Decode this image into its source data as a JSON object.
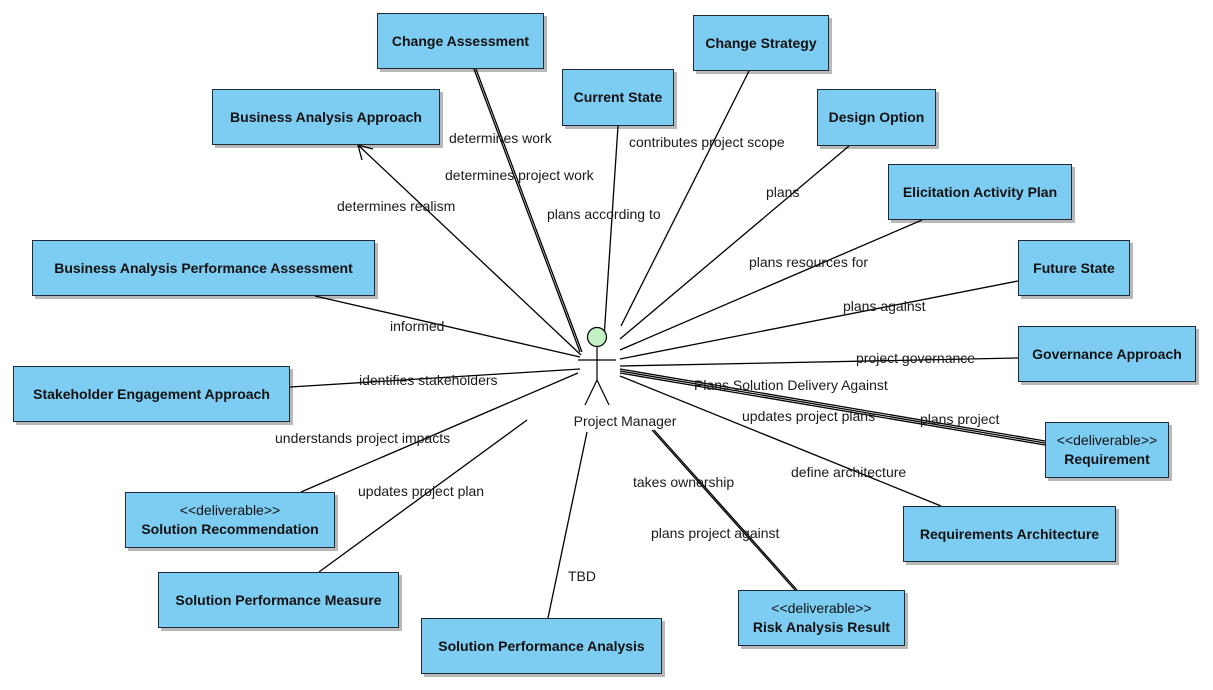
{
  "diagram": {
    "actor": {
      "label": "Project Manager"
    },
    "nodes": {
      "change_assessment": {
        "name": "Change Assessment"
      },
      "change_strategy": {
        "name": "Change Strategy"
      },
      "current_state": {
        "name": "Current State"
      },
      "business_analysis_approach": {
        "name": "Business Analysis Approach"
      },
      "design_option": {
        "name": "Design Option"
      },
      "elicitation_activity_plan": {
        "name": "Elicitation Activity Plan"
      },
      "ba_performance_assessment": {
        "name": "Business Analysis Performance Assessment"
      },
      "future_state": {
        "name": "Future State"
      },
      "governance_approach": {
        "name": "Governance Approach"
      },
      "stakeholder_engagement_approach": {
        "name": "Stakeholder Engagement Approach"
      },
      "requirement": {
        "stereotype": "<<deliverable>>",
        "name": "Requirement"
      },
      "solution_recommendation": {
        "stereotype": "<<deliverable>>",
        "name": "Solution Recommendation"
      },
      "requirements_architecture": {
        "name": "Requirements Architecture"
      },
      "solution_performance_measure": {
        "name": "Solution Performance Measure"
      },
      "risk_analysis_result": {
        "stereotype": "<<deliverable>>",
        "name": "Risk Analysis Result"
      },
      "solution_performance_analysis": {
        "name": "Solution Performance Analysis"
      }
    },
    "relations": {
      "determines_work": "determines work",
      "determines_project_work": "determines project work",
      "plans_according_to": "plans according to",
      "contributes_project_scope": "contributes project scope",
      "determines_realism": "determines realism",
      "plans": "plans",
      "plans_resources_for": "plans resources for",
      "plans_against": "plans against",
      "informed": "informed",
      "project_governance": "project governance",
      "identifies_stakeholders": "identifies stakeholders",
      "plans_solution_delivery_against": "Plans Solution Delivery Against",
      "updates_project_plans": "updates project plans",
      "plans_project": "plans project",
      "understands_project_impacts": "understands project impacts",
      "define_architecture": "define architecture",
      "updates_project_plan": "updates project plan",
      "takes_ownership": "takes ownership",
      "plans_project_against": "plans project against",
      "tbd": "TBD"
    }
  }
}
